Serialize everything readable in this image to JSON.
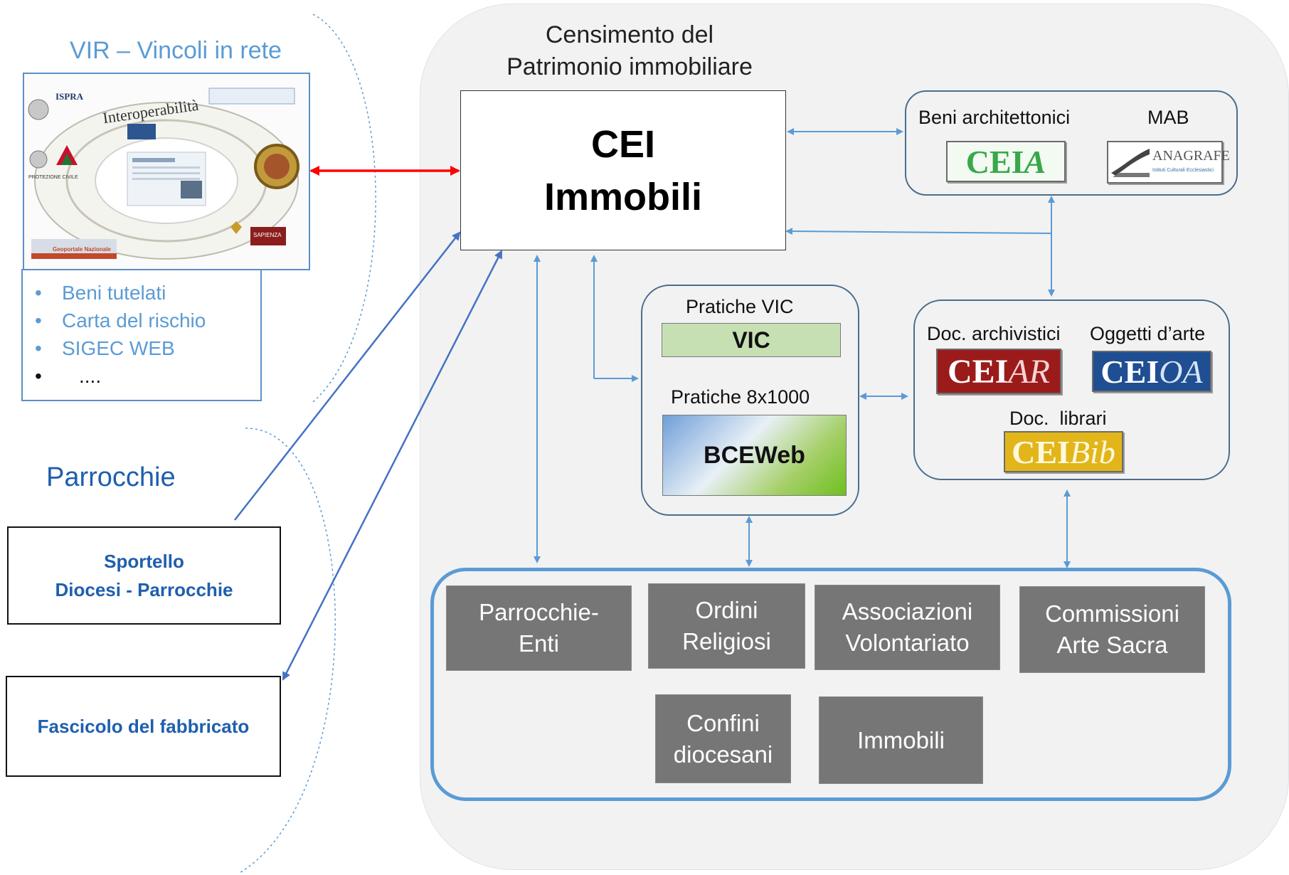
{
  "census": {
    "title_line1": "Censimento del",
    "title_line2": "Patrimonio immobiliare"
  },
  "vir": {
    "title": "VIR – Vincoli in rete",
    "image_texts": {
      "ispra": "ISPRA",
      "protezione": "PROTEZIONE CIVILE",
      "interop": "Interoperabilità",
      "sapienza": "SAPIENZA",
      "bottom": "Geoportale Nazionale"
    },
    "items": [
      "Beni tutelati",
      "Carta del rischio",
      "SIGEC WEB",
      "...."
    ]
  },
  "parrocchie_label": "Parrocchie",
  "sportello": "Sportello\nDiocesi - Parrocchie",
  "fascicolo": "Fascicolo del fabbricato",
  "cei": {
    "line1": "CEI",
    "line2": "Immobili"
  },
  "beni": {
    "label_arch": "Beni architettonici",
    "label_mab": "MAB",
    "logo_cei_a": {
      "main": "CEI",
      "suffix": "A"
    },
    "logo_anagrafe": {
      "main": "ANAGRAFE",
      "sub": "Istituti Culturali Ecclesiastici"
    }
  },
  "pratiche": {
    "vic_label": "Pratiche VIC",
    "vic_box": "VIC",
    "otto_label": "Pratiche 8x1000",
    "bceweb": "BCEWeb"
  },
  "doc": {
    "arch_label": "Doc. archivistici",
    "arte_label": "Oggetti d’arte",
    "librari_label": "Doc.  librari",
    "logo_ar": {
      "main": "CEI",
      "suffix": "AR"
    },
    "logo_oa": {
      "main": "CEI",
      "suffix": "OA"
    },
    "logo_bib": {
      "main": "CEI",
      "suffix": "Bib"
    }
  },
  "bottom_boxes": {
    "parrocchie_enti": "Parrocchie-\nEnti",
    "ordini": "Ordini\nReligiosi",
    "associazioni": "Associazioni\nVolontariato",
    "commissioni": "Commissioni\nArte Sacra",
    "confini": "Confini\ndiocesani",
    "immobili": "Immobili"
  },
  "colors": {
    "accent_arrow": "#5b9bd5",
    "red_arrow": "#ff0000",
    "dark_arrow": "#4472c4",
    "gray_box": "#767676",
    "vic_green": "#c6e0b4",
    "cei_a_green": "#38a84a",
    "cei_ar_red": "#9b1b1b",
    "cei_oa_blue": "#1f4e92",
    "cei_bib_gold": "#e2b61a"
  }
}
